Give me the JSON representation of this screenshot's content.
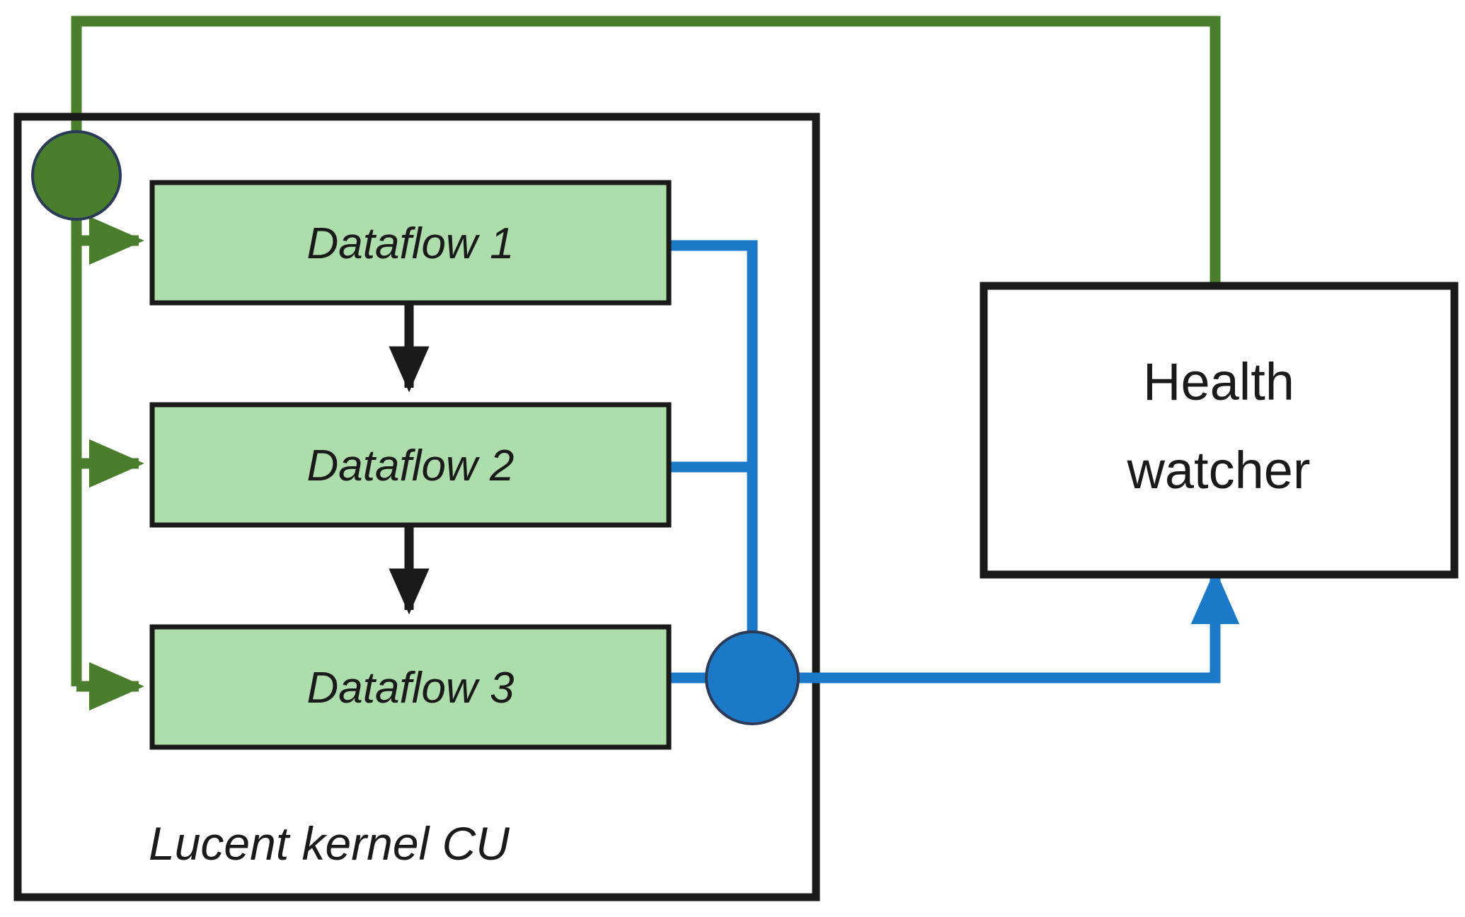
{
  "diagram": {
    "title_text_present": false,
    "colors": {
      "green_stroke": "#4A7D2C",
      "green_node_fill": "#4A7D2C",
      "box_fill_green": "#AEDDAC",
      "box_stroke_black": "#1A1A1A",
      "blue_stroke": "#1C79C8",
      "blue_node_fill": "#1C79C8",
      "background": "#FFFFFF"
    },
    "container": {
      "label": "Lucent kernel CU",
      "name": "lucent-kernel-cu-container"
    },
    "stages": [
      {
        "label": "Dataflow 1",
        "name": "dataflow-1"
      },
      {
        "label": "Dataflow 2",
        "name": "dataflow-2"
      },
      {
        "label": "Dataflow 3",
        "name": "dataflow-3"
      }
    ],
    "external": {
      "health_watcher": {
        "line1": "Health",
        "line2": "watcher",
        "name": "health-watcher-box"
      }
    },
    "nodes": [
      {
        "name": "green-control-node",
        "color": "#4A7D2C",
        "shape": "circle"
      },
      {
        "name": "blue-telemetry-node",
        "color": "#1C79C8",
        "shape": "circle"
      }
    ],
    "edges": [
      {
        "name": "edge-healthwatcher-to-green-node",
        "color": "#4A7D2C",
        "kind": "feedback-control"
      },
      {
        "name": "edge-green-node-to-dataflow-1",
        "color": "#4A7D2C",
        "kind": "control"
      },
      {
        "name": "edge-green-node-to-dataflow-2",
        "color": "#4A7D2C",
        "kind": "control"
      },
      {
        "name": "edge-green-node-to-dataflow-3",
        "color": "#4A7D2C",
        "kind": "control"
      },
      {
        "name": "edge-dataflow-1-to-dataflow-2",
        "color": "#1A1A1A",
        "kind": "sequence"
      },
      {
        "name": "edge-dataflow-2-to-dataflow-3",
        "color": "#1A1A1A",
        "kind": "sequence"
      },
      {
        "name": "edge-dataflow-1-to-blue-node",
        "color": "#1C79C8",
        "kind": "telemetry"
      },
      {
        "name": "edge-dataflow-2-to-blue-node",
        "color": "#1C79C8",
        "kind": "telemetry"
      },
      {
        "name": "edge-dataflow-3-to-blue-node",
        "color": "#1C79C8",
        "kind": "telemetry"
      },
      {
        "name": "edge-blue-node-to-health-watcher",
        "color": "#1C79C8",
        "kind": "telemetry"
      }
    ]
  }
}
